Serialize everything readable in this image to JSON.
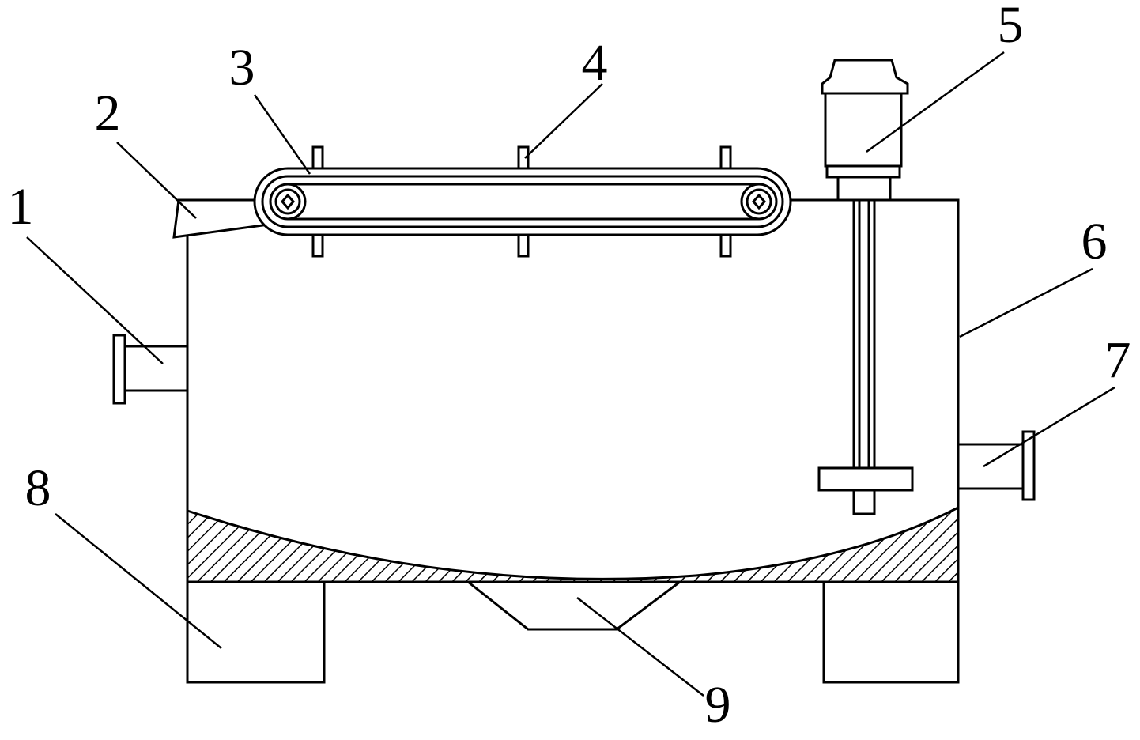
{
  "labels": [
    {
      "id": "1",
      "text": "1"
    },
    {
      "id": "2",
      "text": "2"
    },
    {
      "id": "3",
      "text": "3"
    },
    {
      "id": "4",
      "text": "4"
    },
    {
      "id": "5",
      "text": "5"
    },
    {
      "id": "6",
      "text": "6"
    },
    {
      "id": "7",
      "text": "7"
    },
    {
      "id": "8",
      "text": "8"
    },
    {
      "id": "9",
      "text": "9"
    }
  ],
  "colors": {
    "line": "#000000",
    "background": "#ffffff"
  }
}
